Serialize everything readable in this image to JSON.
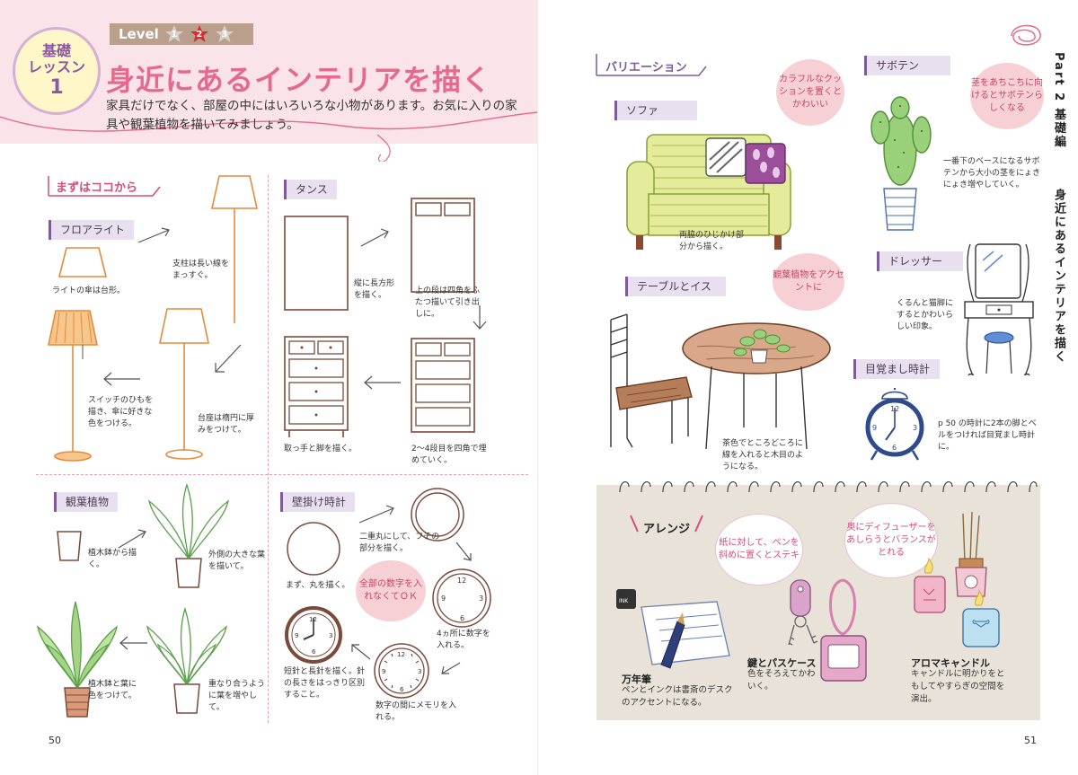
{
  "lesson_badge": {
    "line1": "基礎",
    "line2": "レッスン",
    "number": "1"
  },
  "level": {
    "label": "Level",
    "stars": [
      "1",
      "2",
      "3"
    ],
    "active": "2"
  },
  "title": "身近にあるインテリアを描く",
  "lead": "家具だけでなく、部屋の中にはいろいろな小物があります。お気に入りの家具や観葉植物を描いてみましょう。",
  "left_page": {
    "start_heading": "まずはココから",
    "floor_light": {
      "tab": "フロアライト",
      "cap_shade": "ライトの傘は台形。",
      "cap_pole": "支柱は長い線をまっすぐ。",
      "cap_base": "台座は楕円に厚みをつけて。",
      "cap_switch": "スイッチのひもを描き、傘に好きな色をつける。"
    },
    "tansu": {
      "tab": "タンス",
      "cap_rect": "縦に長方形を描く。",
      "cap_top": "上の段は四角をふたつ描いて引き出しに。",
      "cap_rows": "2～4段目を四角で埋めていく。",
      "cap_legs": "取っ手と脚を描く。"
    },
    "plant": {
      "tab": "観葉植物",
      "cap_pot": "植木鉢から描く。",
      "cap_outer": "外側の大きな葉を描いて。",
      "cap_overlap": "重なり合うように葉を増やして。",
      "cap_color": "植木鉢と葉に色をつけて。"
    },
    "wall_clock": {
      "tab": "壁掛け時計",
      "cap_circle": "まず、丸を描く。",
      "cap_frame": "二重丸にして、フチの部分を描く。",
      "cap_four": "4ヵ所に数字を入れる。",
      "cap_ticks": "数字の間にメモリを入れる。",
      "cap_hands": "短針と長針を描く。針の長さをはっきり区別すること。",
      "bubble": "全部の数字を入れなくてＯＫ"
    },
    "page_number": "50"
  },
  "right_page": {
    "variation_heading": "バリエーション",
    "sofa": {
      "tab": "ソファ",
      "cap": "両脇のひじかけ部分から描く。",
      "bubble": "カラフルなクッションを置くとかわいい"
    },
    "cactus": {
      "tab": "サボテン",
      "cap": "一番下のベースになるサボテンから大小の茎をにょきにょき増やしていく。",
      "bubble": "茎をあちこちに向けるとサボテンらしくなる"
    },
    "table_chair": {
      "tab": "テーブルとイス",
      "cap": "茶色でところどころに線を入れると木目のようになる。",
      "bubble": "観葉植物をアクセントに"
    },
    "dresser": {
      "tab": "ドレッサー",
      "cap": "くるんと猫脚にするとかわいらしい印象。"
    },
    "alarm_clock": {
      "tab": "目覚まし時計",
      "cap": "p 50 の時計に2本の脚とベルをつければ目覚まし時計に。"
    },
    "arrange": {
      "heading": "アレンジ",
      "bubble_pen": "紙に対して、ペンを斜めに置くとステキ",
      "bubble_diffuser": "奥にディフューザーをあしらうとバランスがとれる",
      "pen": {
        "title": "万年筆",
        "desc": "ペンとインクは書斎のデスクのアクセントになる。"
      },
      "keys": {
        "title": "鍵とパスケース",
        "desc": "色をそろえてかわいく。"
      },
      "candle": {
        "title": "アロマキャンドル",
        "desc": "キャンドルに明かりをともしてやすらぎの空間を演出。"
      },
      "ink_label": "INK"
    },
    "side_title": "Part 2 基礎編",
    "side_subtitle": "身近にあるインテリアを描く",
    "page_number": "51"
  },
  "colors": {
    "pink_header": "#fbe3ea",
    "title_pink": "#e46b8d",
    "tab_bg": "#e9e0ef",
    "tab_border": "#7e5c95",
    "bubble": "#f7d0d6",
    "lamp_orange": "#e68a3a",
    "brown": "#7a4b3a",
    "plant_green": "#5aa04a",
    "star_red": "#d92b2b"
  }
}
